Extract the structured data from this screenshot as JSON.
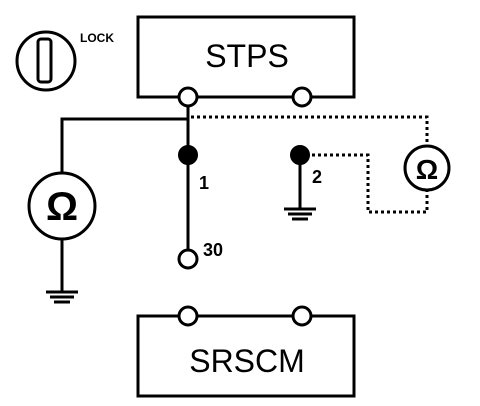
{
  "ignition": {
    "label": "LOCK",
    "icon": "ignition-key-icon"
  },
  "modules": {
    "top": "STPS",
    "bottom": "SRSCM"
  },
  "meters": {
    "left_symbol": "Ω",
    "right_symbol": "Ω",
    "icon": "ohmmeter-icon"
  },
  "terminals": {
    "pin1": "1",
    "pin2": "2",
    "pin30": "30"
  },
  "colors": {
    "ink": "#000000",
    "paper": "#ffffff"
  }
}
